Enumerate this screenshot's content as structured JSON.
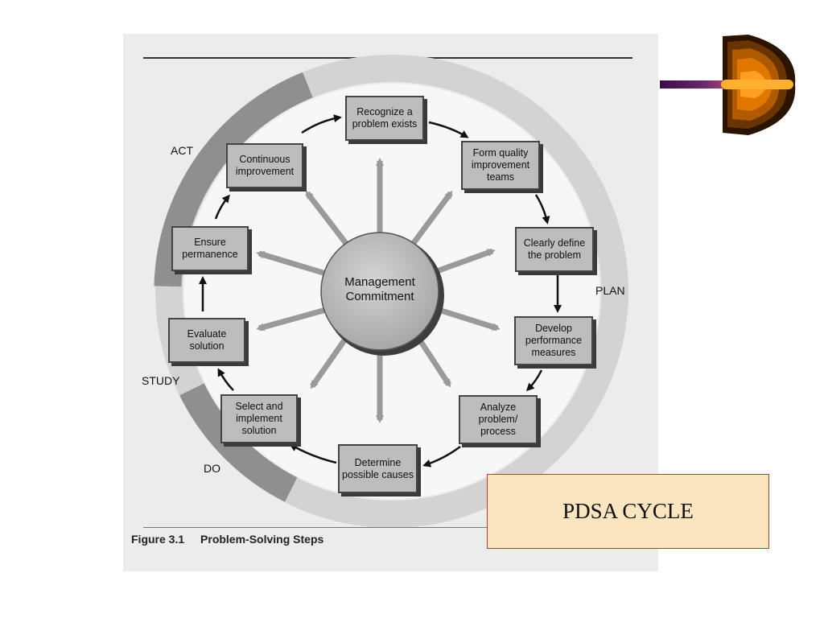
{
  "diagram": {
    "center": {
      "line1": "Management",
      "line2": "Commitment"
    },
    "steps": [
      {
        "id": "recognize",
        "label": "Recognize a problem exists"
      },
      {
        "id": "form-teams",
        "label": "Form quality improvement teams"
      },
      {
        "id": "define",
        "label": "Clearly define the problem"
      },
      {
        "id": "develop",
        "label": "Develop performance measures"
      },
      {
        "id": "analyze",
        "label": "Analyze problem/ process"
      },
      {
        "id": "determine",
        "label": "Determine possible causes"
      },
      {
        "id": "select",
        "label": "Select and implement solution"
      },
      {
        "id": "evaluate",
        "label": "Evaluate solution"
      },
      {
        "id": "ensure",
        "label": "Ensure permanence"
      },
      {
        "id": "continuous",
        "label": "Continuous improvement"
      }
    ],
    "phases": {
      "plan": "PLAN",
      "do": "DO",
      "study": "STUDY",
      "act": "ACT"
    },
    "figure": {
      "number": "Figure 3.1",
      "title": "Problem-Solving Steps"
    }
  },
  "slide": {
    "title_box": "PDSA CYCLE"
  },
  "colors": {
    "ring_light": "#d3d3d3",
    "ring_dark": "#8f8f8f",
    "box_fill": "#bdbdbd",
    "title_fill": "#fbe5c0",
    "title_border": "#c0392b"
  }
}
